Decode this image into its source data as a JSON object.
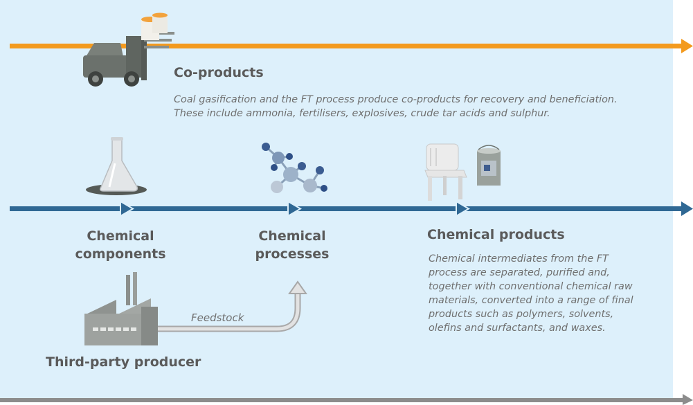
{
  "coproducts": {
    "title": "Co-products",
    "line1": "Coal gasification and the FT process produce co-products for recovery and beneficiation.",
    "line2": "These include ammonia, fertilisers, explosives, crude tar acids and sulphur."
  },
  "stages": {
    "components": {
      "line1": "Chemical",
      "line2": "components"
    },
    "processes": {
      "line1": "Chemical",
      "line2": "processes"
    },
    "products": {
      "title": "Chemical products",
      "lines": [
        "Chemical intermediates from the FT",
        "process are separated, purified and,",
        "together with conventional chemical raw",
        "materials, converted into a range of final",
        "products such as polymers, solvents,",
        "olefins and surfactants, and waxes."
      ]
    }
  },
  "producer": {
    "label": "Third-party producer",
    "feedstock_label": "Feedstock"
  },
  "colors": {
    "panel": "#ddf0fb",
    "orange_line": "#f39a1e",
    "blue_line": "#2f6894",
    "grey_line": "#8c8c8c",
    "text_heading": "#5a5a5a",
    "text_italic": "#6f6f6f"
  },
  "icons": {
    "forklift": "forklift-icon",
    "flask": "flask-icon",
    "molecule": "molecule-icon",
    "chair": "chair-icon",
    "paint_can": "paint-can-icon",
    "factory": "factory-icon"
  }
}
